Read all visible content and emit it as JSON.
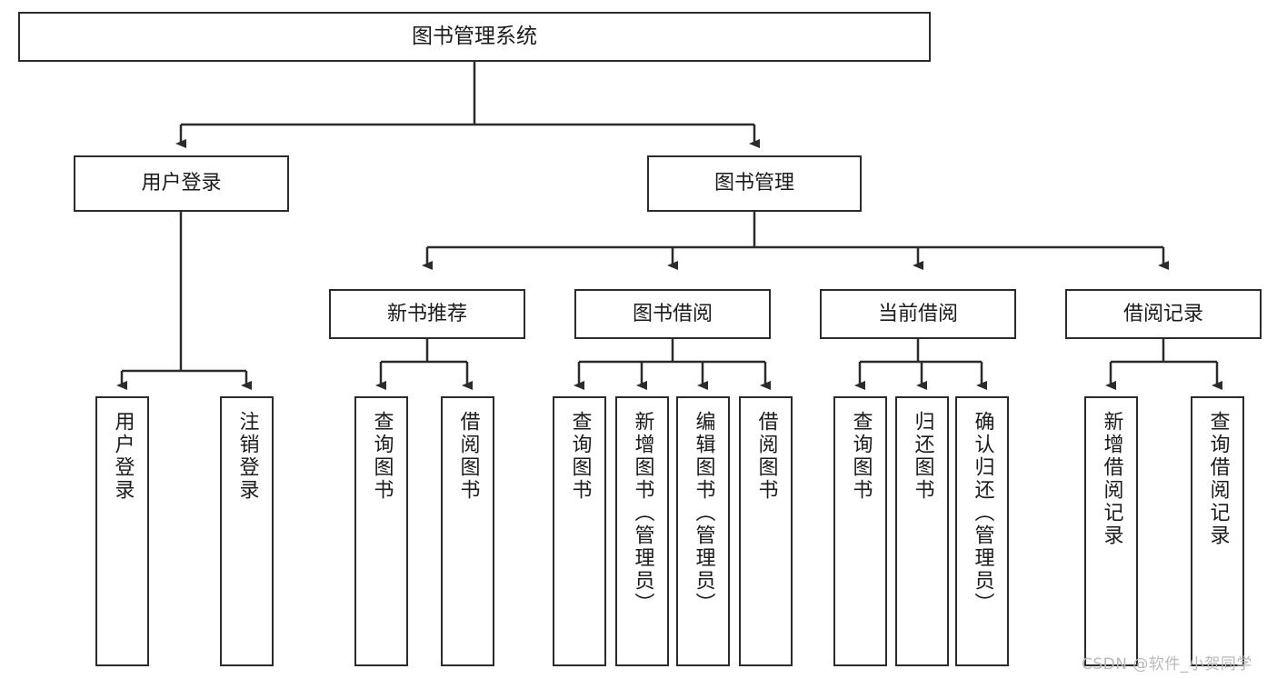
{
  "diagram": {
    "title": "图书管理系统",
    "type": "tree-hierarchy-diagram",
    "colors": {
      "box_border": "#2b2b2b",
      "box_fill": "#ffffff",
      "connector": "#2b2b2b",
      "text": "#1b1b1b",
      "watermark": "#b9b9b9",
      "background": "#ffffff"
    },
    "root": {
      "label": "图书管理系统"
    },
    "level2": [
      {
        "label": "用户登录"
      },
      {
        "label": "图书管理"
      }
    ],
    "level3": [
      {
        "label": "新书推荐"
      },
      {
        "label": "图书借阅"
      },
      {
        "label": "当前借阅"
      },
      {
        "label": "借阅记录"
      }
    ],
    "leaves": {
      "user_login": [
        {
          "label": "用户登录"
        },
        {
          "label": "注销登录"
        }
      ],
      "new_book_recommend": [
        {
          "label": "查询图书"
        },
        {
          "label": "借阅图书"
        }
      ],
      "book_borrow": [
        {
          "label": "查询图书"
        },
        {
          "label": "新增图书（管理员）"
        },
        {
          "label": "编辑图书（管理员）"
        },
        {
          "label": "借阅图书"
        }
      ],
      "current_borrow": [
        {
          "label": "查询图书"
        },
        {
          "label": "归还图书"
        },
        {
          "label": "确认归还（管理员）"
        }
      ],
      "borrow_record": [
        {
          "label": "新增借阅记录"
        },
        {
          "label": "查询借阅记录"
        }
      ]
    }
  },
  "watermark": {
    "text": "CSDN @软件_小贺同学"
  }
}
